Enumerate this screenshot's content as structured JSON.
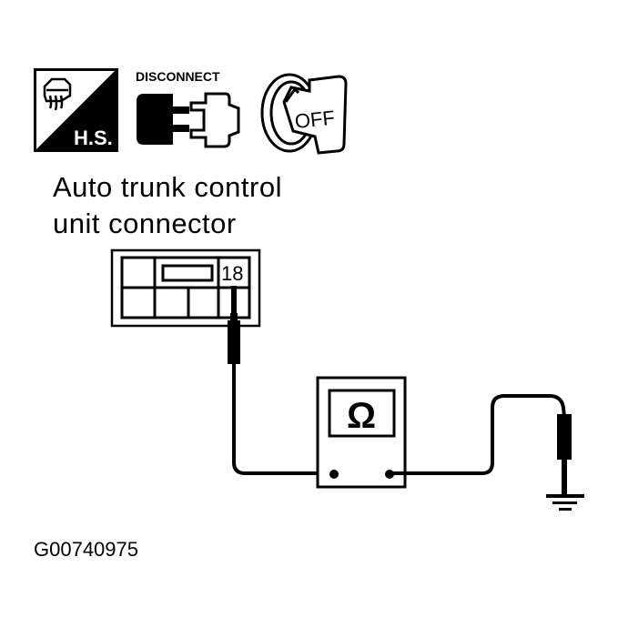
{
  "diagram": {
    "icons": [
      {
        "name": "hood-open-icon",
        "label": "H.S."
      },
      {
        "name": "disconnect-connector-icon",
        "label": "DISCONNECT"
      },
      {
        "name": "ignition-off-icon",
        "label": "OFF"
      }
    ],
    "title_line1": "Auto trunk control",
    "title_line2": "unit connector",
    "connector": {
      "terminal_number": "18"
    },
    "meter": {
      "symbol": "Ω",
      "mode": "ohmmeter"
    },
    "ground": "ground-symbol",
    "figure_id": "G00740975",
    "colors": {
      "foreground": "#000000",
      "background": "#ffffff"
    }
  }
}
